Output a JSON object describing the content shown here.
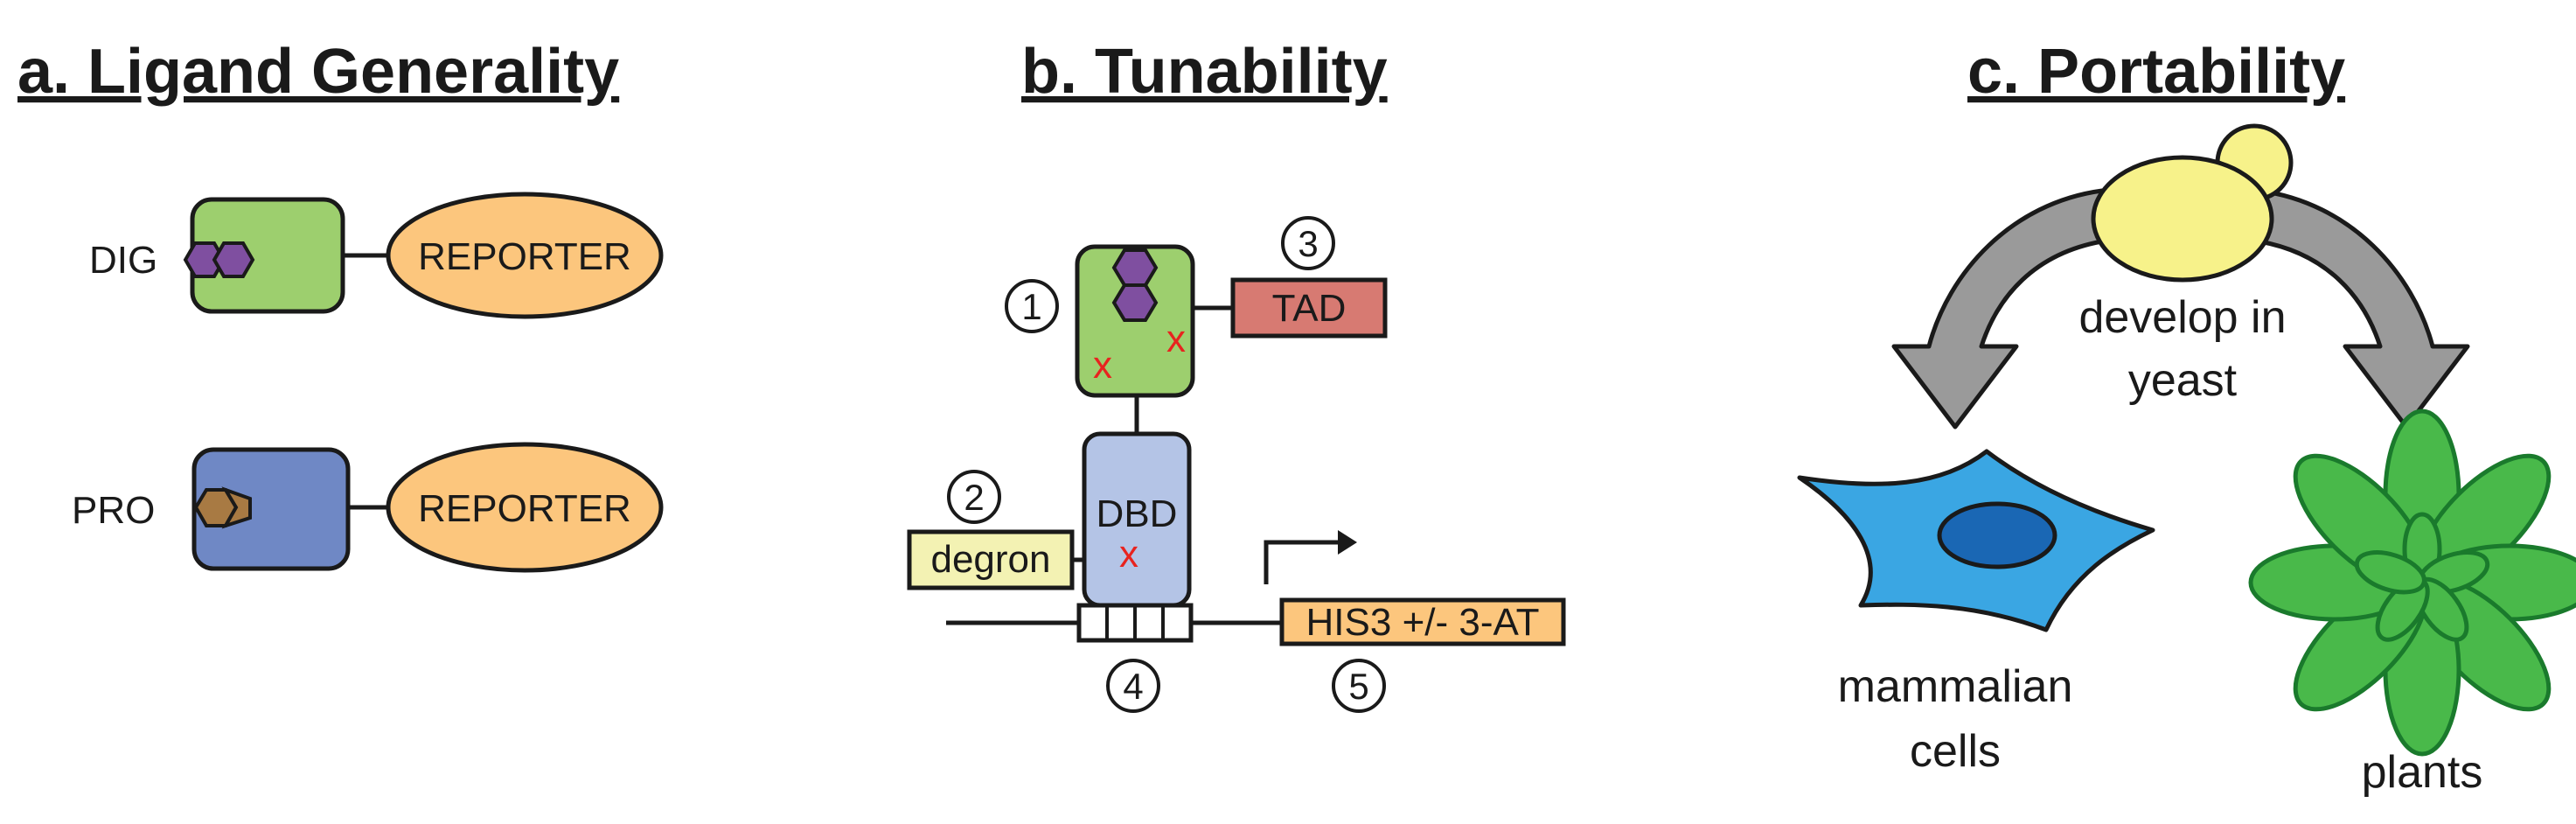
{
  "panels": {
    "a": {
      "title": "a. Ligand Generality",
      "rows": [
        {
          "ligand": "DIG",
          "reporter": "REPORTER"
        },
        {
          "ligand": "PRO",
          "reporter": "REPORTER"
        }
      ]
    },
    "b": {
      "title": "b. Tunability",
      "dbd": "DBD",
      "tad": "TAD",
      "degron": "degron",
      "his": "HIS3 +/- 3-AT",
      "mutation_mark": "x",
      "steps": [
        "1",
        "2",
        "3",
        "4",
        "5"
      ]
    },
    "c": {
      "title": "c. Portability",
      "center_line1": "develop in",
      "center_line2": "yeast",
      "left_line1": "mammalian",
      "left_line2": "cells",
      "right": "plants"
    }
  },
  "colors": {
    "green_box": "#9dcf6e",
    "purple_ligand": "#7f4fa0",
    "blue_box": "#6f88c5",
    "brown_ligand": "#a87a43",
    "reporter": "#fcc67d",
    "tad": "#d77a72",
    "dbd": "#b4c4e6",
    "degron": "#f3f2b3",
    "his": "#fcc67d",
    "yeast": "#f7f28a",
    "arrow": "#9a9a9a",
    "cell": "#3aa6e3",
    "nucleus": "#1a67b4",
    "plant": "#49b94a",
    "mutation": "#e8231f"
  }
}
